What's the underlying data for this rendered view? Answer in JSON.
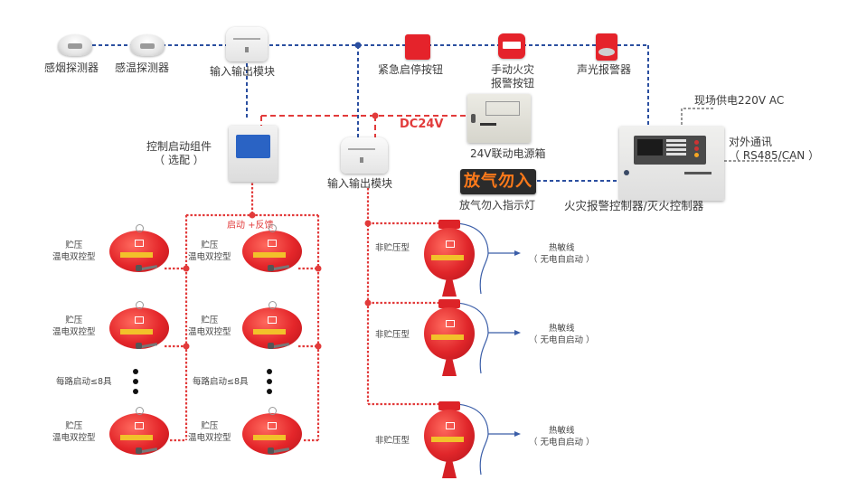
{
  "title": "",
  "colors": {
    "signal_bus": "#2b4fa0",
    "power_line": "#e23b3b",
    "comm_line": "#777777",
    "heat_sensitive_wire": "#3b5ea8",
    "tank_red": "#e4262a",
    "led_text": "#ff7a1a"
  },
  "top_devices": {
    "smoke_detector": "感烟探测器",
    "heat_detector": "感温探测器",
    "io_module_top": "输入输出模块",
    "emergency_button": "紧急启停按钮",
    "manual_alarm_line1": "手动火灾",
    "manual_alarm_line2": "报警按钮",
    "sounder_strobe": "声光报警器"
  },
  "middle": {
    "control_combo_line1": "控制启动组件",
    "control_combo_line2": "（ 选配 ）",
    "dc_label": "DC24V",
    "io_module_mid": "输入输出模块",
    "psu": "24V联动电源箱",
    "led_sign_text": "放气勿入",
    "led_sign_label": "放气勿入指示灯",
    "mains_label": "现场供电220V  AC",
    "comm_line1": "对外通讯",
    "comm_line2": "（ RS485/CAN ）",
    "controller": "火灾报警控制器/灭火控制器"
  },
  "stored_pressure": {
    "start_feedback": "启动 +反馈",
    "type_line1": "贮压",
    "type_line2": "温电双控型",
    "max_per_loop": "每路启动≤8具",
    "columns": [
      {
        "rows": [
          {
            "l1": "贮压",
            "l2": "温电双控型"
          },
          {
            "l1": "贮压",
            "l2": "温电双控型"
          },
          {
            "l1": "贮压",
            "l2": "温电双控型"
          }
        ]
      },
      {
        "rows": [
          {
            "l1": "贮压",
            "l2": "温电双控型"
          },
          {
            "l1": "贮压",
            "l2": "温电双控型"
          },
          {
            "l1": "贮压",
            "l2": "温电双控型"
          }
        ]
      }
    ]
  },
  "non_stored": {
    "items": [
      {
        "type": "非贮压型",
        "wire_l1": "热敏线",
        "wire_l2": "（ 无电自启动 ）"
      },
      {
        "type": "非贮压型",
        "wire_l1": "热敏线",
        "wire_l2": "（ 无电自启动 ）"
      },
      {
        "type": "非贮压型",
        "wire_l1": "热敏线",
        "wire_l2": "（ 无电自启动 ）"
      }
    ]
  }
}
